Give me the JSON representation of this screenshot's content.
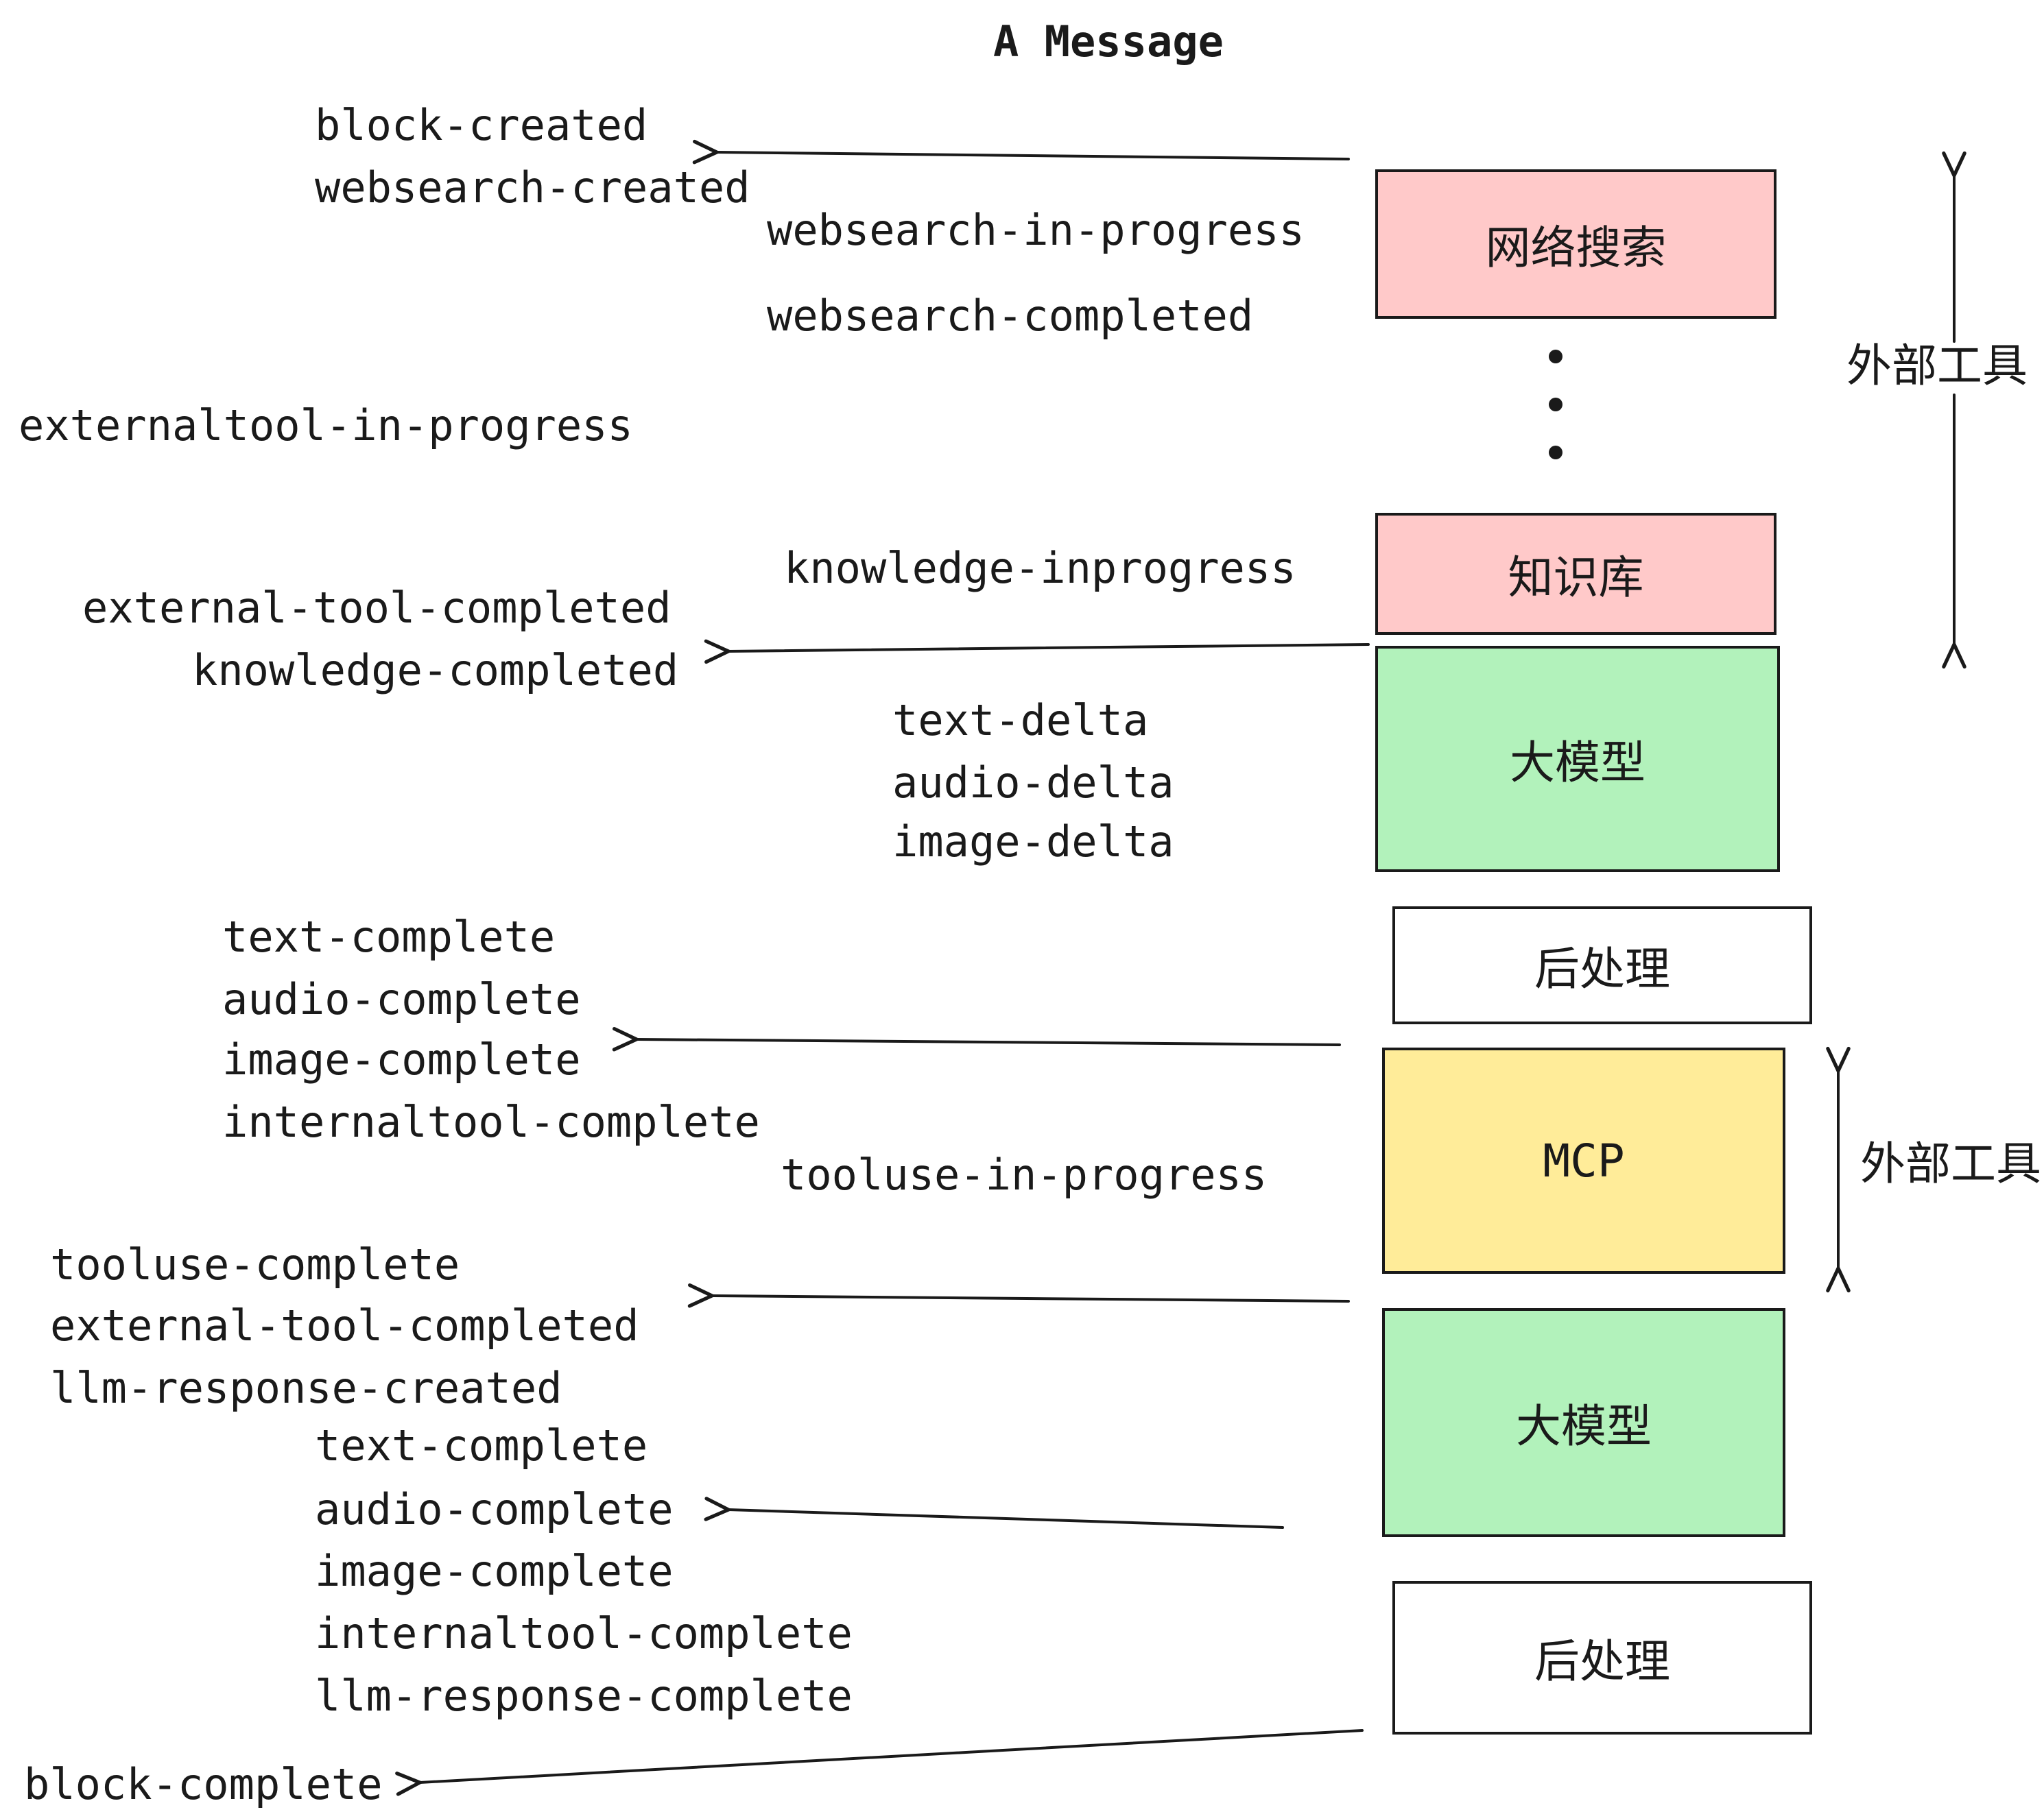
{
  "title": "A Message",
  "colors": {
    "box_pink": "#ffc9c9",
    "box_green": "#b2f2bb",
    "box_yellow": "#ffec99",
    "box_white": "#ffffff",
    "line": "#1a1a1a"
  },
  "boxes": [
    {
      "label": "网络搜索"
    },
    {
      "label": "知识库"
    },
    {
      "label": "大模型"
    },
    {
      "label": "后处理"
    },
    {
      "label": "MCP"
    },
    {
      "label": "大模型"
    },
    {
      "label": "后处理"
    }
  ],
  "events": [
    {
      "text": "block-created"
    },
    {
      "text": "websearch-created"
    },
    {
      "text": "websearch-in-progress"
    },
    {
      "text": "websearch-completed"
    },
    {
      "text": "externaltool-in-progress"
    },
    {
      "text": "knowledge-inprogress"
    },
    {
      "text": "external-tool-completed"
    },
    {
      "text": "knowledge-completed"
    },
    {
      "text": "text-delta"
    },
    {
      "text": "audio-delta"
    },
    {
      "text": "image-delta"
    },
    {
      "text": "text-complete"
    },
    {
      "text": "audio-complete"
    },
    {
      "text": "image-complete"
    },
    {
      "text": "internaltool-complete"
    },
    {
      "text": "tooluse-in-progress"
    },
    {
      "text": "tooluse-complete"
    },
    {
      "text": "external-tool-completed"
    },
    {
      "text": "llm-response-created"
    },
    {
      "text": "text-complete"
    },
    {
      "text": "audio-complete"
    },
    {
      "text": "image-complete"
    },
    {
      "text": "internaltool-complete"
    },
    {
      "text": "llm-response-complete"
    },
    {
      "text": "block-complete"
    }
  ],
  "annotations": {
    "external_tools_top": "外部工具",
    "external_tools_bottom": "外部工具"
  }
}
